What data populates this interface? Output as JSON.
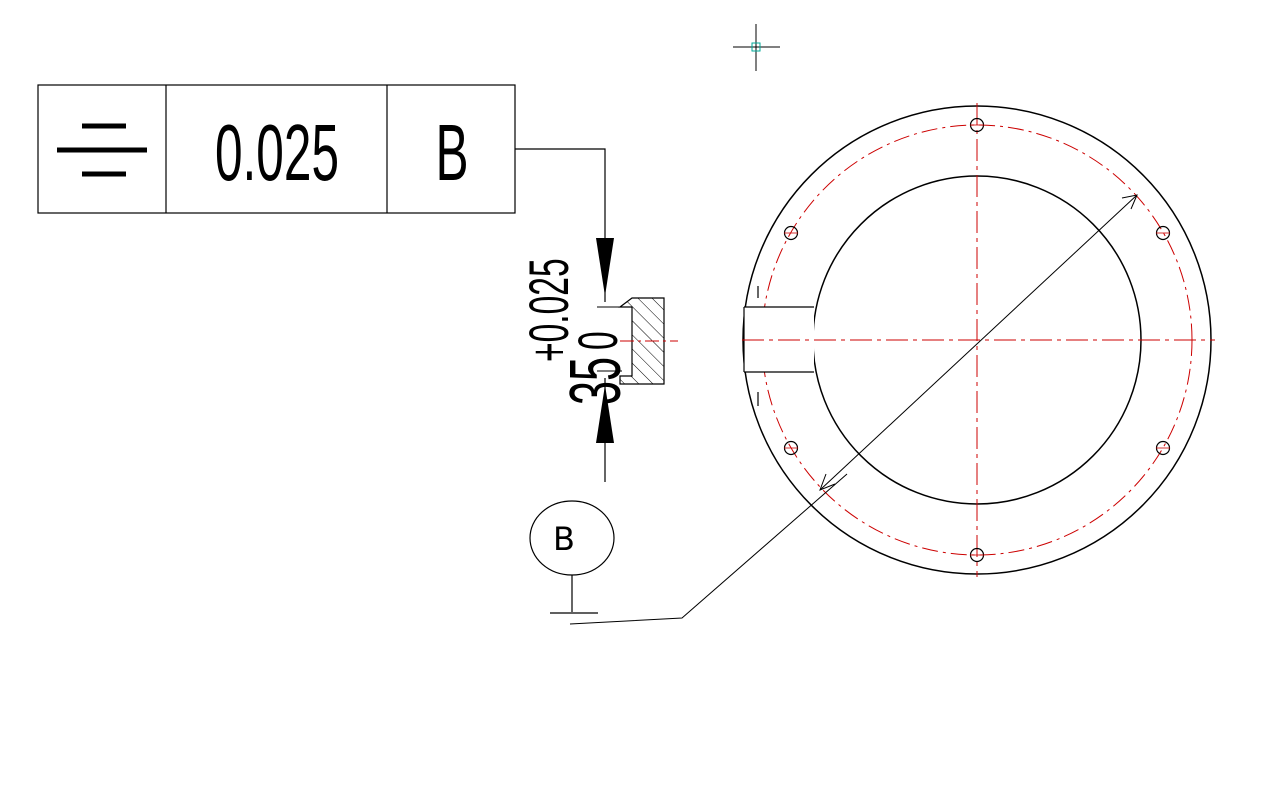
{
  "feature_control_frame": {
    "symbol_icon": "symmetry-icon",
    "tolerance": "0.025",
    "datum": "B"
  },
  "dimension": {
    "nominal": "35",
    "upper_deviation": "+0.025",
    "lower_deviation": "0"
  },
  "datum_symbol": {
    "label": "B"
  },
  "colors": {
    "ink": "#000000",
    "centerline": "#cc0000",
    "cursor": "#00aa00",
    "background": "#ffffff"
  },
  "icons": {
    "cursor": "crosshair-cursor-icon"
  }
}
